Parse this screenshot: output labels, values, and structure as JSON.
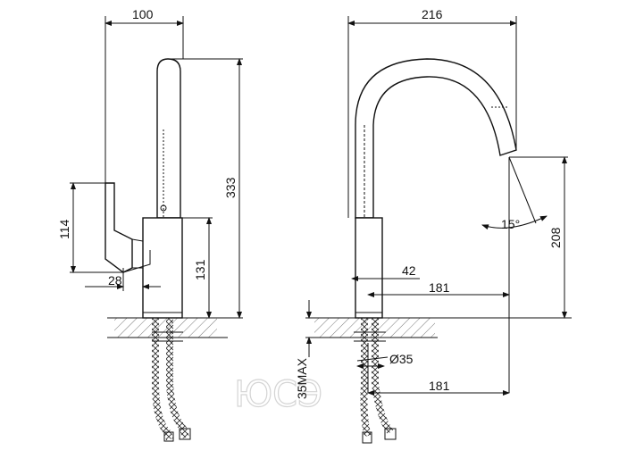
{
  "side_view": {
    "width_label": "100",
    "height_label": "333",
    "lever_height_label": "114",
    "body_height_label": "131",
    "lever_offset_label": "28"
  },
  "front_view": {
    "width_label": "216",
    "outlet_height_label": "208",
    "angle_label": "15°",
    "body_width_label": "42",
    "reach_label": "181",
    "hole_diameter_label": "Ø35",
    "mounting_thickness_label": "35MAX",
    "reach_bottom_label": "181"
  },
  "watermark": "ЮСЭ"
}
